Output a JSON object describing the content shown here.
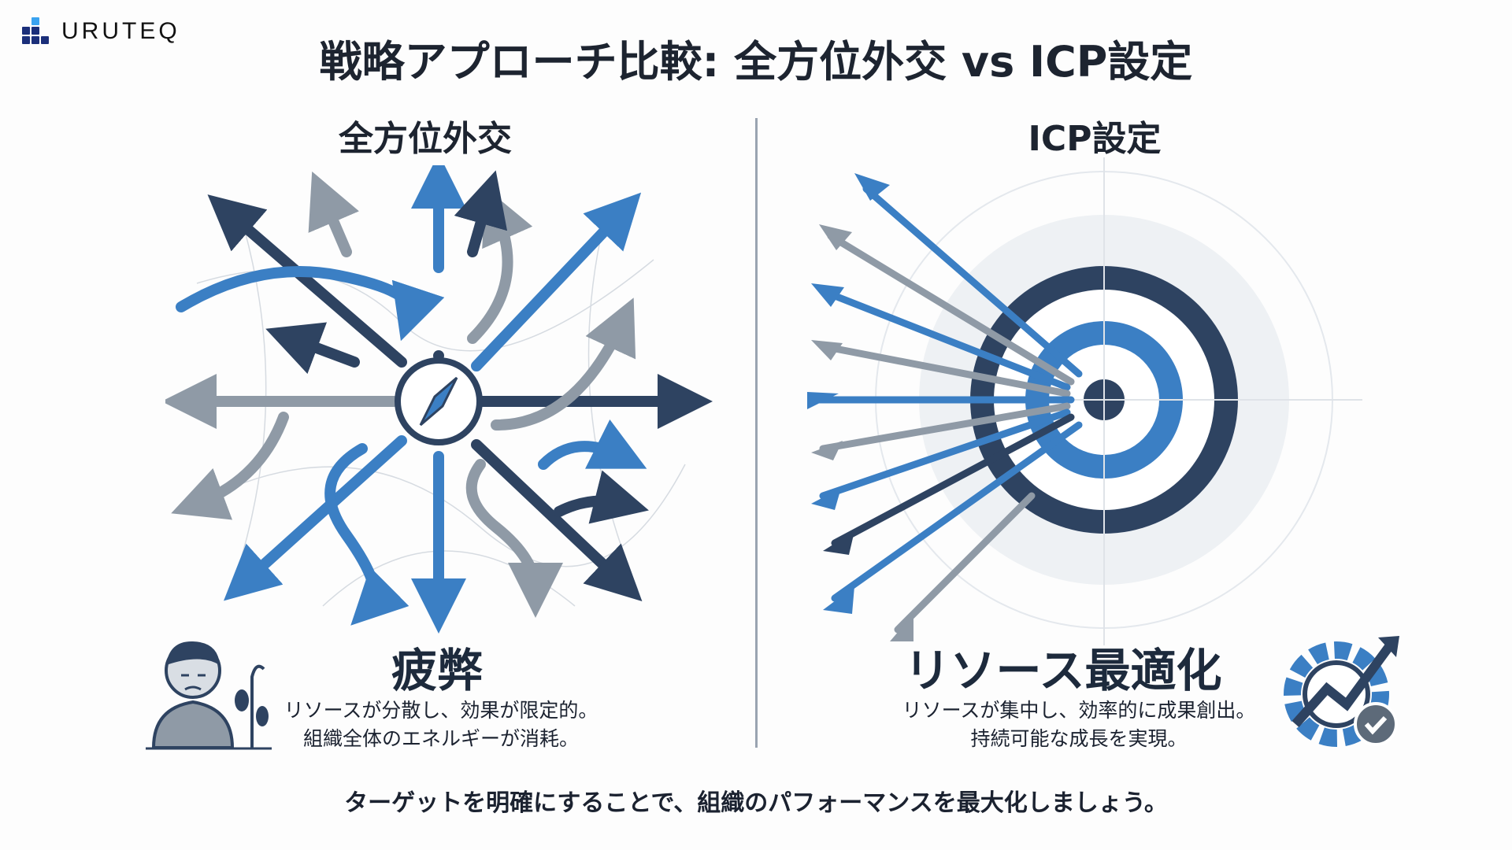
{
  "logo": {
    "text": "URUTEQ"
  },
  "title": "戦略アプローチ比較: 全方位外交 vs ICP設定",
  "left": {
    "heading": "全方位外交",
    "result": "疲弊",
    "description": [
      "リソースが分散し、効果が限定的。",
      "組織全体のエネルギーが消耗。"
    ]
  },
  "right": {
    "heading": "ICP設定",
    "result": "リソース最適化",
    "description": [
      "リソースが集中し、効率的に成果創出。",
      "持続可能な成長を実現。"
    ]
  },
  "footer": "ターゲットを明確にすることで、組織のパフォーマンスを最大化しましょう。",
  "colors": {
    "blue": "#3b7fc4",
    "navy": "#2e4361",
    "gray": "#8f9aa6",
    "accent": "#3aa3f0"
  }
}
